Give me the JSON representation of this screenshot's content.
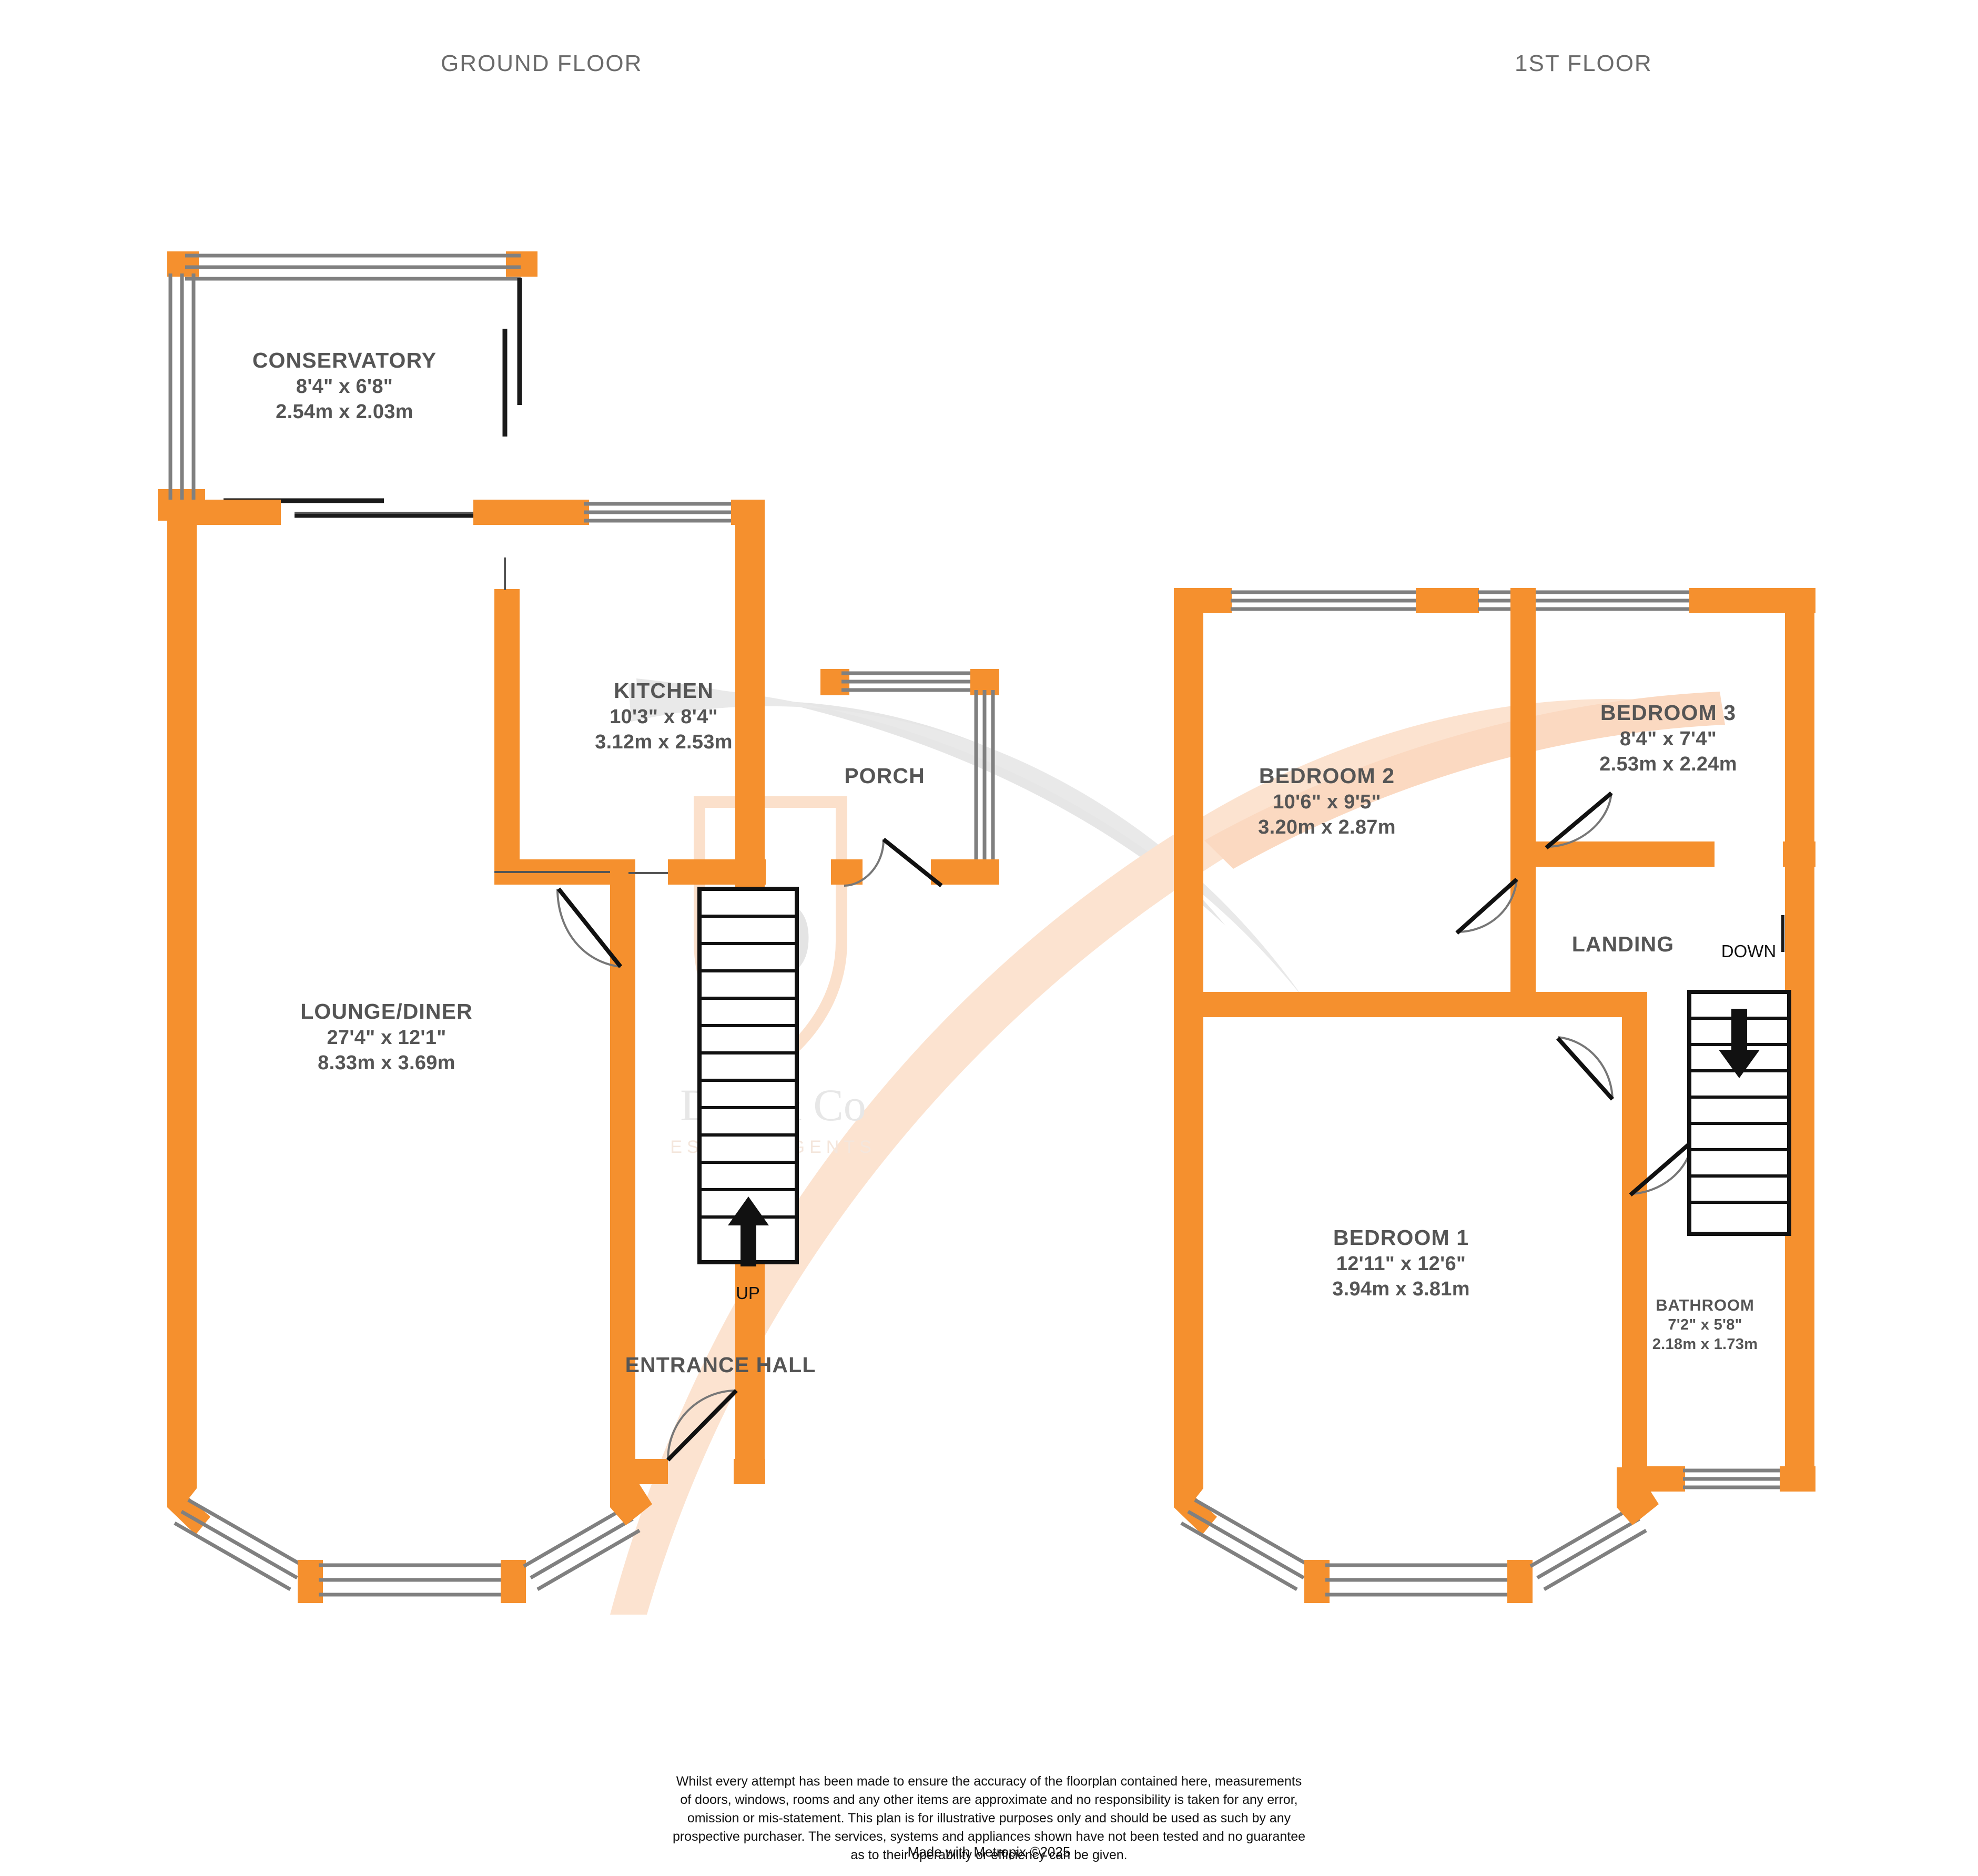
{
  "floors": [
    {
      "id": "ground",
      "title": "GROUND FLOOR"
    },
    {
      "id": "first",
      "title": "1ST FLOOR"
    }
  ],
  "colors": {
    "wall": "#F5902E",
    "window_frame": "#808080",
    "text": "#555555",
    "watermark_grey": "#E4E4E4",
    "watermark_peach": "#FBE4D3"
  },
  "ground_floor": {
    "rooms": [
      {
        "name": "CONSERVATORY",
        "imperial": "8'4\"  x 6'8\"",
        "metric": "2.54m  x 2.03m"
      },
      {
        "name": "KITCHEN",
        "imperial": "10'3\"  x 8'4\"",
        "metric": "3.12m  x 2.53m"
      },
      {
        "name": "PORCH",
        "imperial": "",
        "metric": ""
      },
      {
        "name": "LOUNGE/DINER",
        "imperial": "27'4\"  x 12'1\"",
        "metric": "8.33m  x 3.69m"
      },
      {
        "name": "ENTRANCE HALL",
        "imperial": "",
        "metric": ""
      }
    ],
    "stair_direction": "UP"
  },
  "first_floor": {
    "rooms": [
      {
        "name": "BEDROOM 2",
        "imperial": "10'6\"  x 9'5\"",
        "metric": "3.20m  x 2.87m"
      },
      {
        "name": "BEDROOM 3",
        "imperial": "8'4\"  x 7'4\"",
        "metric": "2.53m  x 2.24m"
      },
      {
        "name": "BEDROOM 1",
        "imperial": "12'11\"  x 12'6\"",
        "metric": "3.94m  x 3.81m"
      },
      {
        "name": "BATHROOM",
        "imperial": "7'2\"  x 5'8\"",
        "metric": "2.18m  x 1.73m"
      },
      {
        "name": "LANDING",
        "imperial": "",
        "metric": ""
      }
    ],
    "stair_direction": "DOWN"
  },
  "watermark": {
    "monogram": "D",
    "brand": "Day & Co",
    "tagline": "ESTATE AGENTS"
  },
  "footer": {
    "disclaimer_lines": [
      "Whilst every attempt has been made to ensure the accuracy of the floorplan contained here, measurements",
      "of doors, windows, rooms and any other items are approximate and no responsibility is taken for any error,",
      "omission or mis-statement. This plan is for illustrative purposes only and should be used as such by any",
      "prospective purchaser. The services, systems and appliances shown have not been tested and no guarantee",
      "as to their operability or efficiency can be given."
    ],
    "credit": "Made with Metropix ©2025"
  }
}
